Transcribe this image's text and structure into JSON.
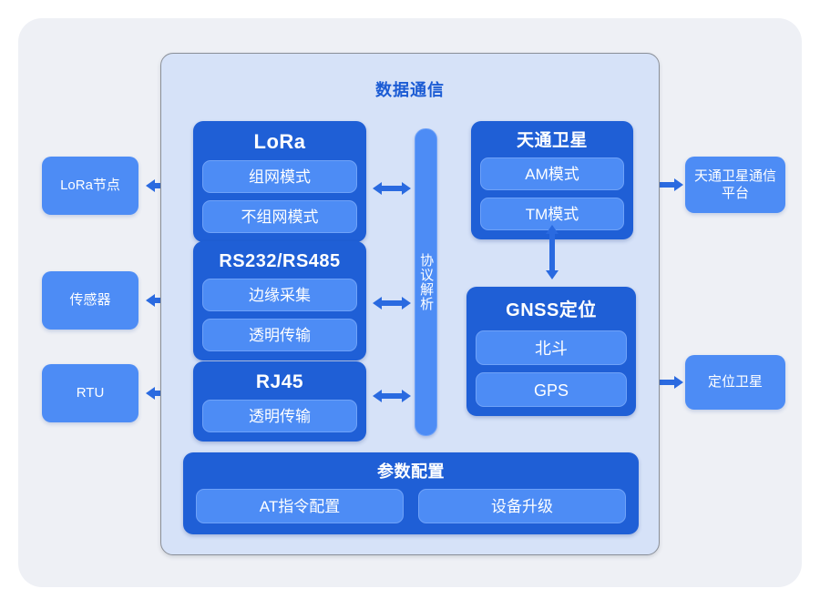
{
  "diagram": {
    "title": "数据通信",
    "protocol_bar": {
      "label": "协议解析"
    },
    "left_nodes": [
      {
        "name": "lora-node",
        "label": "LoRa节点"
      },
      {
        "name": "sensor-node",
        "label": "传感器"
      },
      {
        "name": "rtu-node",
        "label": "RTU"
      }
    ],
    "right_nodes": [
      {
        "name": "tiantong-platform",
        "label": "天通卫星通信平台"
      },
      {
        "name": "positioning-satellite",
        "label": "定位卫星"
      }
    ],
    "left_column_cards": [
      {
        "name": "lora",
        "title": "LoRa",
        "items": [
          "组网模式",
          "不组网模式"
        ]
      },
      {
        "name": "rs232-rs485",
        "title": "RS232/RS485",
        "items": [
          "边缘采集",
          "透明传输"
        ]
      },
      {
        "name": "rj45",
        "title": "RJ45",
        "items": [
          "透明传输"
        ]
      }
    ],
    "right_column_cards": [
      {
        "name": "tiantong-satellite",
        "title": "天通卫星",
        "items": [
          "AM模式",
          "TM模式"
        ]
      },
      {
        "name": "gnss-positioning",
        "title": "GNSS定位",
        "items": [
          "北斗",
          "GPS"
        ]
      }
    ],
    "bottom_card": {
      "name": "parameter-configuration",
      "title": "参数配置",
      "items": [
        "AT指令配置",
        "设备升级"
      ]
    },
    "colors": {
      "page_background": "#ffffff",
      "outer_panel": "#eef0f5",
      "comm_panel": "#d6e2f8",
      "card_dark_blue": "#1f5fd6",
      "pill_blue": "#4d8cf5",
      "node_blue": "#4d8cf5",
      "title_blue": "#1b5bd4",
      "arrow_blue": "#2a6ae0",
      "text_white": "#ffffff"
    }
  }
}
